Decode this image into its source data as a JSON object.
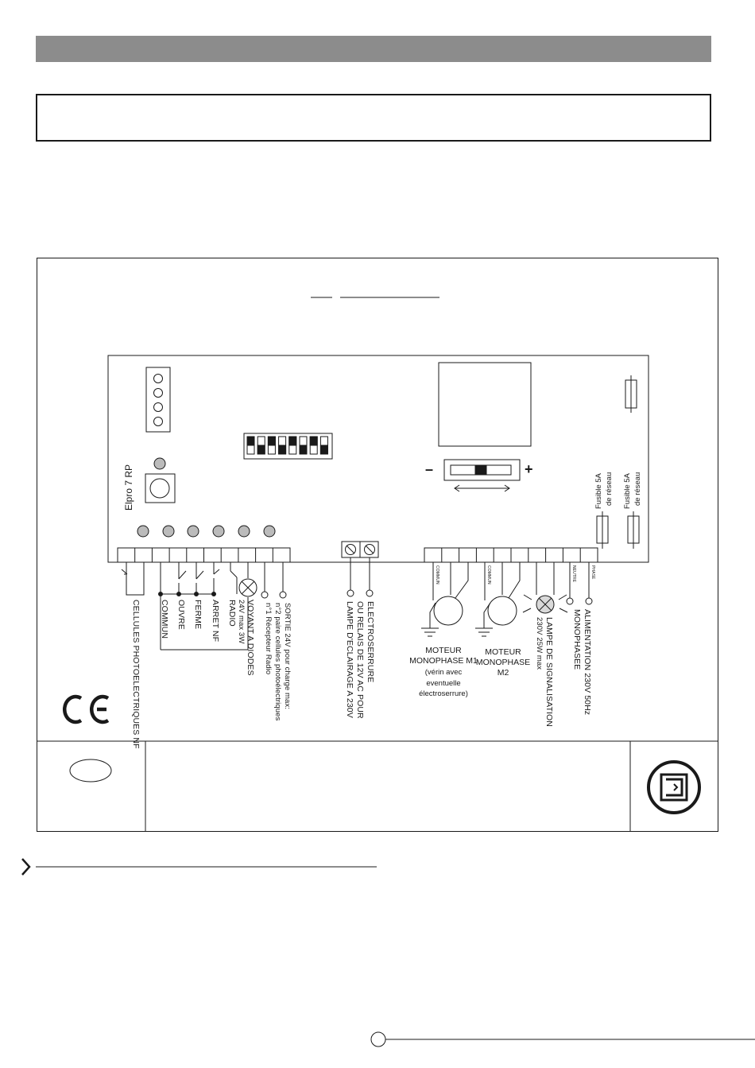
{
  "board": {
    "model": "Elpro 7 RP",
    "pot_minus": "–",
    "pot_plus": "+"
  },
  "labels": {
    "cellules": "CELLULES PHOTOELECTRIQUES NF",
    "commun": "COMMUN",
    "ouvre": "OUVRE",
    "ferme": "FERME",
    "arret": "ARRET NF",
    "radio": "RADIO",
    "voyant_1": "VOYANT A DIODES",
    "voyant_2": "24V max 3W",
    "sortie_1": "SORTIE 24V pour charge max:",
    "sortie_2": "n°2 paire cellules photoélectriques",
    "sortie_3": "n°1 Récepteur Radio",
    "electro_1": "ELECTROSERRURE",
    "electro_2": "OU RELAIS DE 12V AC POUR",
    "electro_3": "LAMPE D'ECLAIRAGE A 230V",
    "moteur1_1": "MOTEUR",
    "moteur1_2": "MONOPHASE M1",
    "moteur1_3": "(vérin avec",
    "moteur1_4": "eventuelle",
    "moteur1_5": "électroserrure)",
    "moteur2_1": "MOTEUR",
    "moteur2_2": "MONOPHASE",
    "moteur2_3": "M2",
    "lampe_1": "LAMPE DE SIGNALISATION",
    "lampe_2": "230V 25W max",
    "alim_1": "ALIMENTATION 230V 50Hz",
    "alim_2": "MONOPHASEE",
    "term_commun_1": "COMMUN",
    "term_commun_2": "COMMUN",
    "term_neutre": "NEUTRE",
    "term_phase": "PHASE",
    "fuse1_1": "Fusible 5A",
    "fuse1_2": "de réseau",
    "fuse2_1": "Fusible 5A",
    "fuse2_2": "de réseau",
    "ce_mark": "CE"
  },
  "colors": {
    "header": "#8c8c8c",
    "ink": "#1a1a1a"
  },
  "icons": [
    "ce-mark-icon",
    "logo-icon",
    "chevron-right-icon",
    "lamp-cross-icon",
    "ground-icon"
  ]
}
